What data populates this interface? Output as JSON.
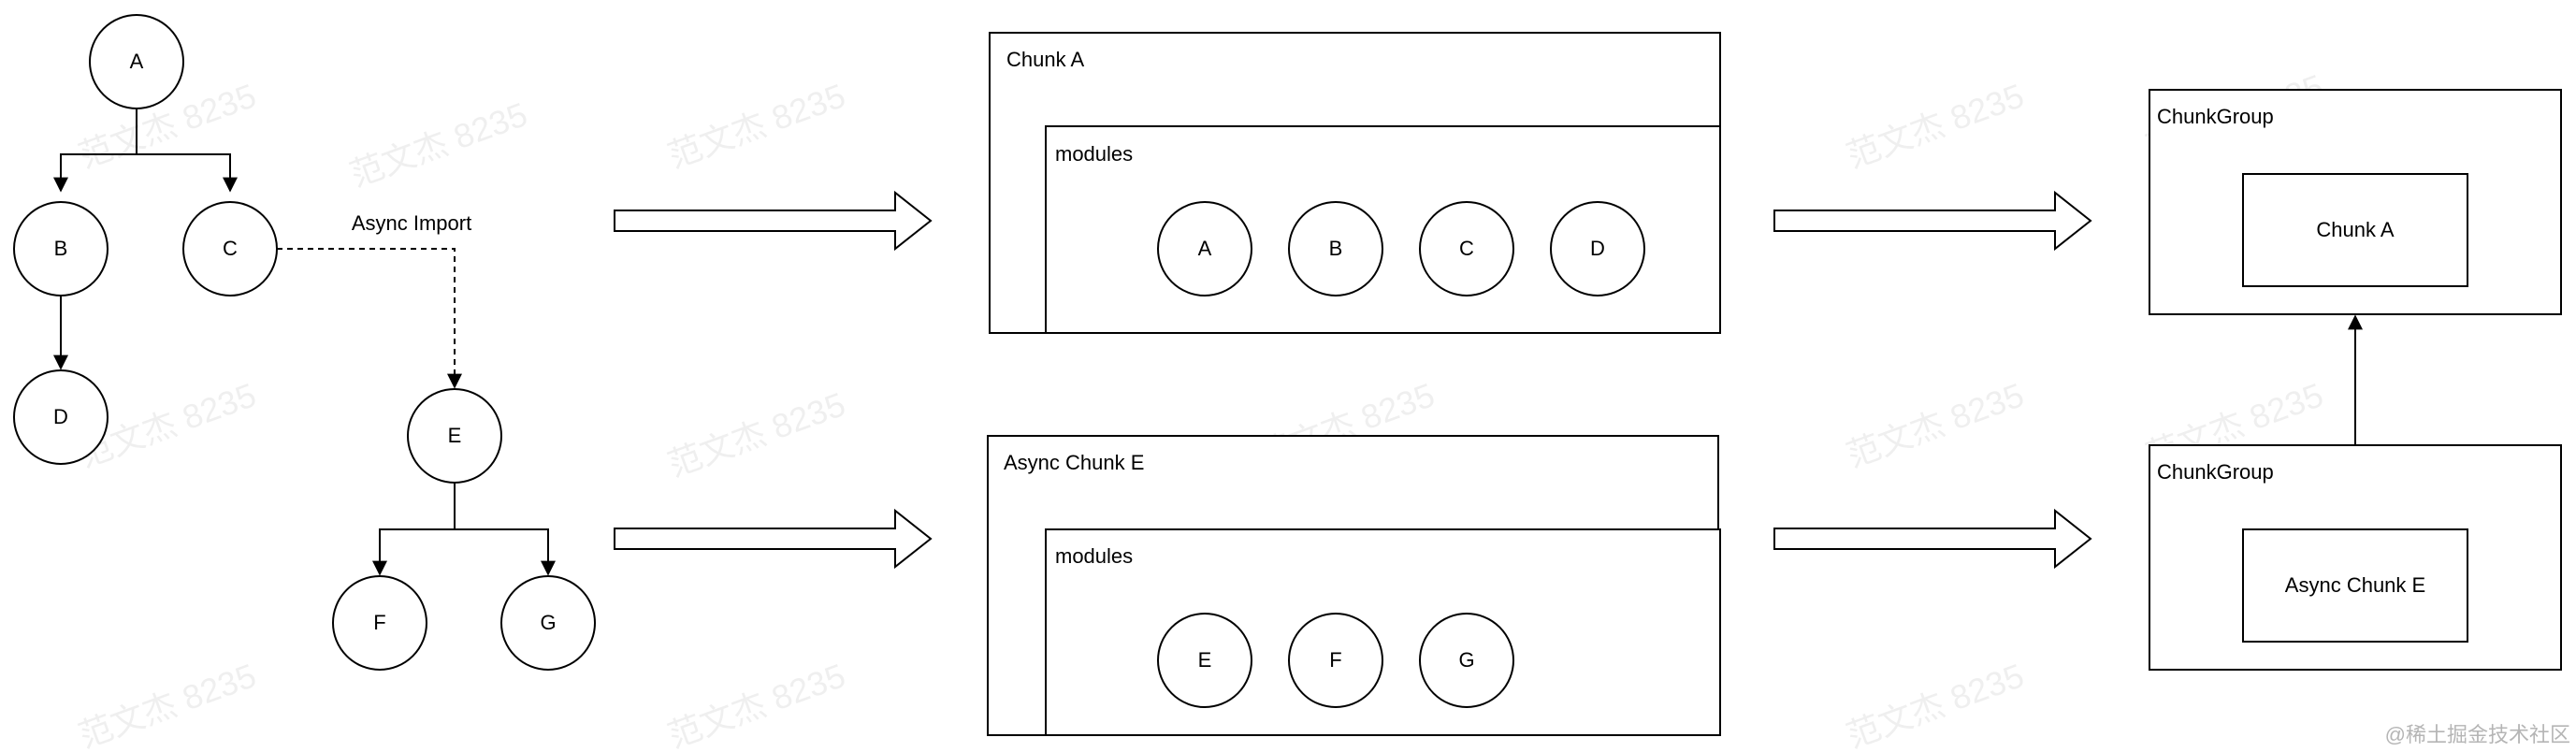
{
  "tree": {
    "nodes": [
      "A",
      "B",
      "C",
      "D",
      "E",
      "F",
      "G"
    ],
    "async_edge_label": "Async Import"
  },
  "chunks": [
    {
      "title": "Chunk A",
      "modules_label": "modules",
      "modules": [
        "A",
        "B",
        "C",
        "D"
      ]
    },
    {
      "title": "Async Chunk E",
      "modules_label": "modules",
      "modules": [
        "E",
        "F",
        "G"
      ]
    }
  ],
  "chunk_groups": [
    {
      "title": "ChunkGroup",
      "chunk": "Chunk A"
    },
    {
      "title": "ChunkGroup",
      "chunk": "Async Chunk E"
    }
  ],
  "watermark": "范文杰 8235",
  "corner_watermark": "@稀土掘金技术社区"
}
